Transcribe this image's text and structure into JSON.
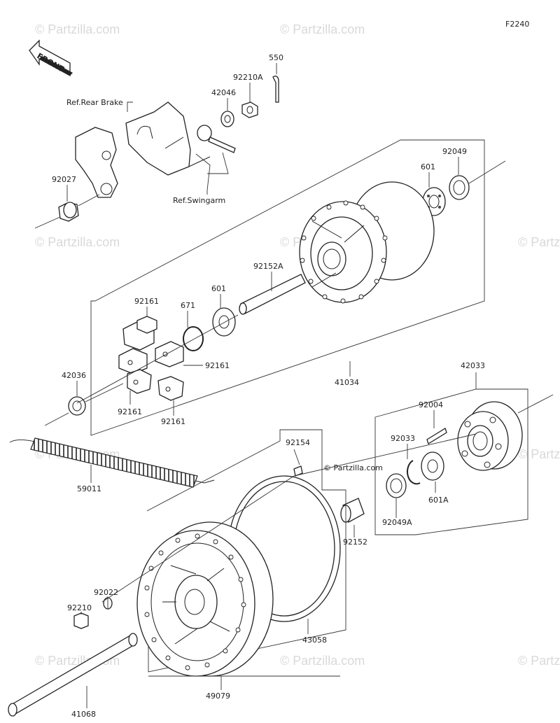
{
  "figure_code": "F2240",
  "front_label": "FRONT",
  "watermark": "© Partzilla.com",
  "watermark_center": "© Partzilla.com",
  "refs": {
    "rear_brake": "Ref.Rear Brake",
    "swingarm": "Ref.Swingarm"
  },
  "parts": {
    "p550": "550",
    "p92210A": "92210A",
    "p42046": "42046",
    "p92027": "92027",
    "p92049": "92049",
    "p601_top": "601",
    "p92152A": "92152A",
    "p601_mid": "601",
    "p671": "671",
    "p92161_top": "92161",
    "p92161_right": "92161",
    "p92161_left": "92161",
    "p92161_bottom": "92161",
    "p42036": "42036",
    "p41034": "41034",
    "p42033": "42033",
    "p92004": "92004",
    "p92033": "92033",
    "p92154": "92154",
    "p601A": "601A",
    "p92049A": "92049A",
    "p59011": "59011",
    "p92152": "92152",
    "p92022": "92022",
    "p92210": "92210",
    "p43058": "43058",
    "p41068": "41068",
    "p49079": "49079"
  }
}
